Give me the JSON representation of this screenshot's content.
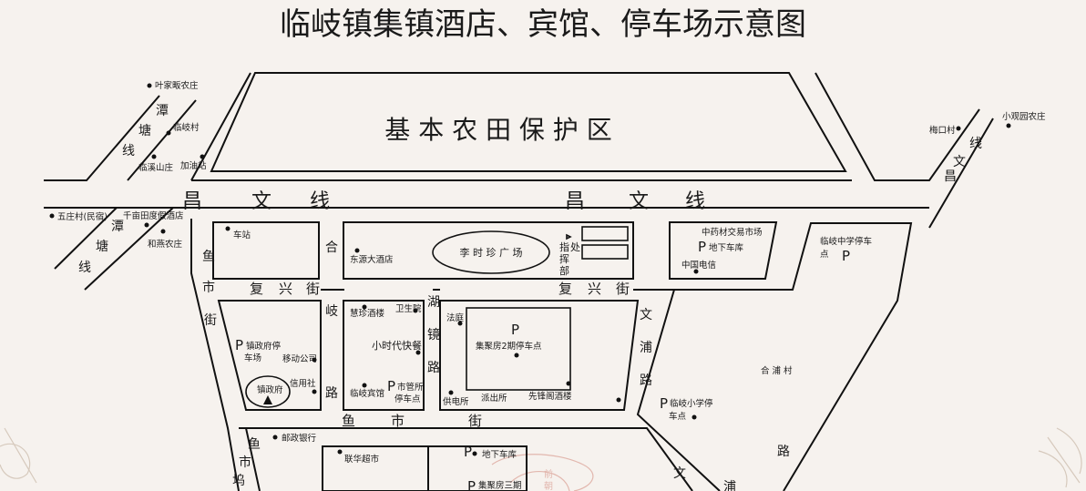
{
  "title": "临岐镇集镇酒店、宾馆、停车场示意图",
  "zone_label": "基 本 农 田 保 护 区",
  "roads": {
    "changwen_left": [
      "昌",
      "文",
      "线"
    ],
    "changwen_right": [
      "昌",
      "文",
      "线"
    ],
    "fuxing_1": [
      "复",
      "兴",
      "街"
    ],
    "fuxing_2": [
      "复",
      "兴",
      "街"
    ],
    "yushi_street": [
      "鱼",
      "市",
      "街"
    ],
    "yushi_left": [
      "鱼",
      "市",
      "街"
    ],
    "yushi_wu": [
      "鱼",
      "市",
      "坞"
    ],
    "heqi_road": [
      "合",
      "岐",
      "路"
    ],
    "hujing_road": [
      "湖",
      "镜",
      "路"
    ],
    "wenpu_road": [
      "文",
      "浦",
      "路"
    ],
    "wenpu_lower": [
      "文",
      "浦"
    ],
    "tantang_top": [
      "潭",
      "塘",
      "线"
    ],
    "tantang_left": [
      "潭",
      "塘",
      "线"
    ],
    "changwen_ne": [
      "线",
      "文",
      "昌"
    ],
    "lower_right_road": "路"
  },
  "places": {
    "yejia": "叶家畈农庄",
    "linqi_village": "临岐村",
    "linxi_shanzhuang": "临溪山庄",
    "gas_station": "加油站",
    "wuzhuang": "五庄村(民宿)",
    "qianmu": "千亩田度假酒店",
    "hexi": "和燕农庄",
    "meikou": "梅口村",
    "xiaoguanyuan": "小观园农庄",
    "bus_station": "车站",
    "dongyuan": "东源大酒店",
    "lishizhen": "李 时 珍 广 场",
    "command": [
      "指",
      "挥",
      "部",
      "处"
    ],
    "herb_market": "中药材交易市场",
    "underground_parking_1": "地下车库",
    "china_telecom": "中国电信",
    "zhongxue_parking": [
      "临岐中学停车",
      "点"
    ],
    "govt_parking": [
      "镇政府停",
      "车场"
    ],
    "mobile": "移动公司",
    "credit": "信用社",
    "govt": "镇政府",
    "huizhen": "慧珍酒楼",
    "clinic": "卫生院",
    "xiaoshidai": "小时代快餐",
    "linqi_hotel": "临岐宾馆",
    "market_admin_parking": [
      "市管所",
      "停车点"
    ],
    "court": "法庭",
    "jijufang2": "集聚房2期停车点",
    "power": "供电所",
    "police": "派出所",
    "xianfeng": "先锋阁酒楼",
    "xiaoxue_parking": [
      "临岐小学停",
      "车点"
    ],
    "hepu": "合 浦 村",
    "post_bank": "邮政银行",
    "lianhua": "联华超市",
    "underground_parking_2": "地下车库",
    "jijufang3": "集聚房三期"
  },
  "parking_marker": "P",
  "watermark": [
    "前",
    "朝"
  ],
  "colors": {
    "background": "#f6f2ee",
    "ink": "#111111",
    "decoration": "#d6c9bc",
    "watermark": "#e2b7ae"
  },
  "icons": [
    "location-dot-icon",
    "parking-icon",
    "government-triangle-icon",
    "leaf-decoration-icon",
    "flag-icon"
  ]
}
